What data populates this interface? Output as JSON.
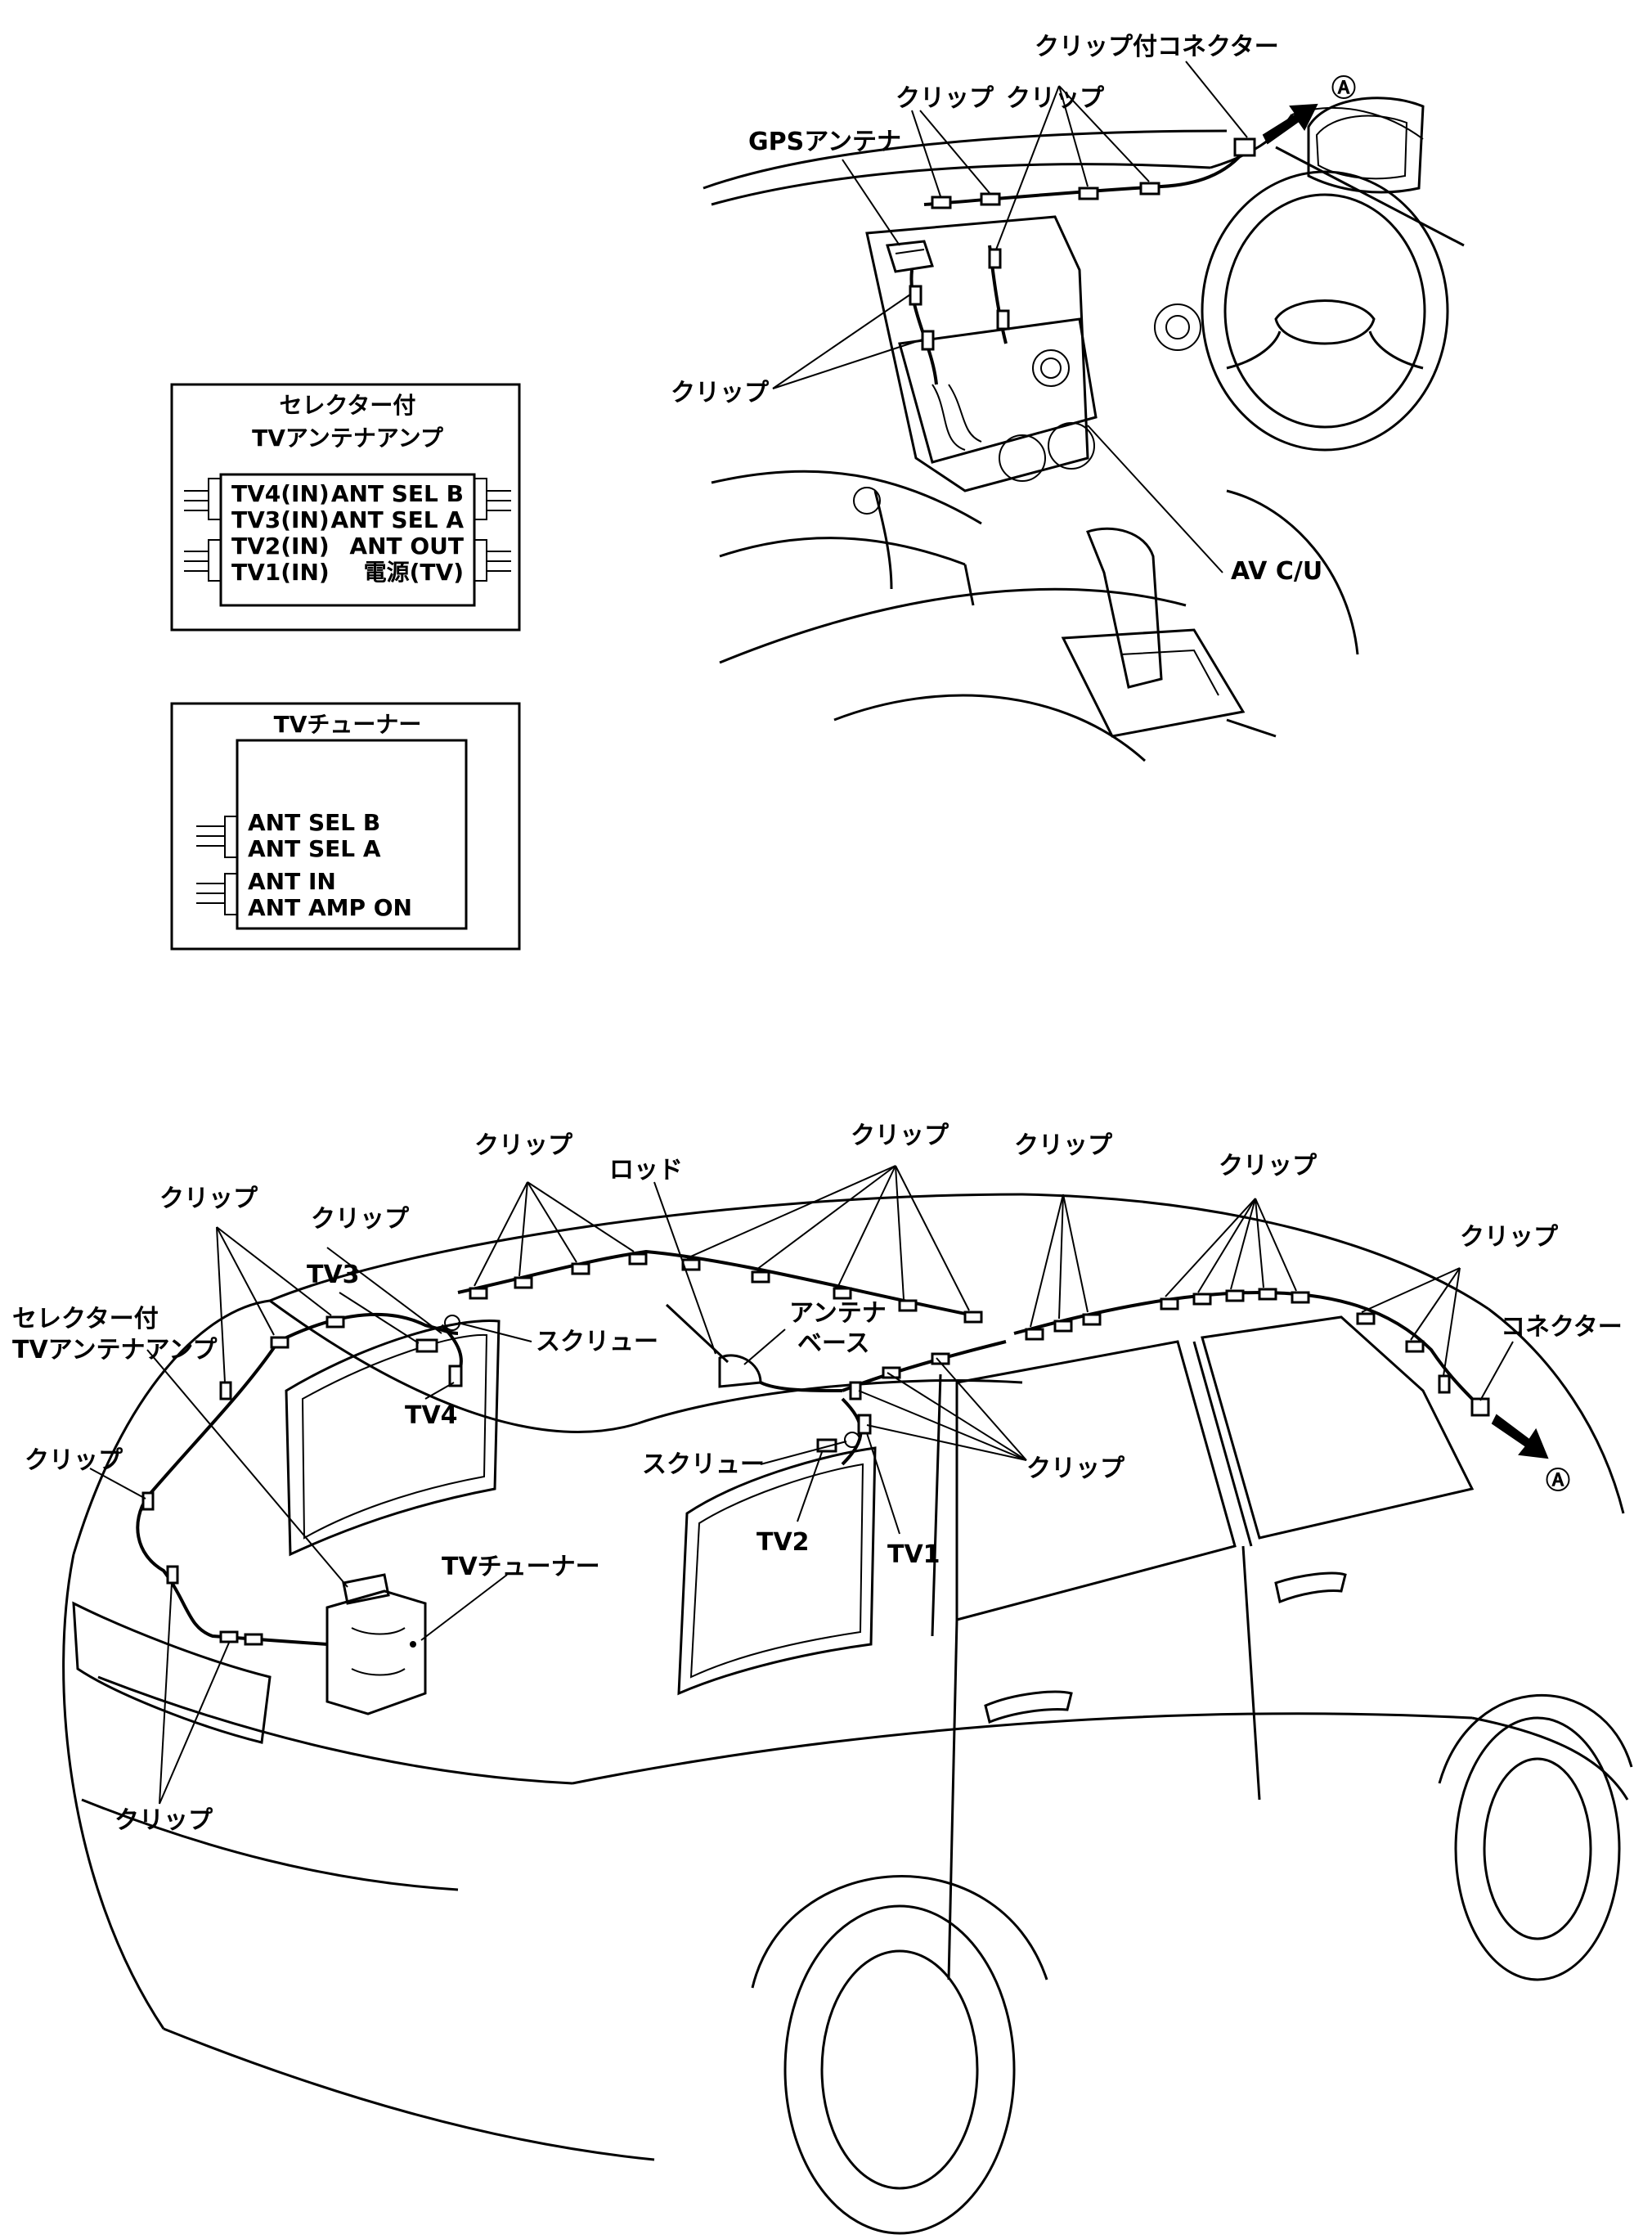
{
  "dash": {
    "clip_connector": "クリップ付コネクター",
    "clip_a": "クリップ",
    "clip_b": "クリップ",
    "gps_antenna": "GPSアンテナ",
    "clip_left": "クリップ",
    "av_cu": "AV C/U",
    "marker_a": "Ⓐ"
  },
  "amp_box": {
    "title_line1": "セレクター付",
    "title_line2": "TVアンテナアンプ",
    "left_ports": [
      "TV4(IN)",
      "TV3(IN)",
      "TV2(IN)",
      "TV1(IN)"
    ],
    "right_ports": [
      "ANT SEL B",
      "ANT SEL A",
      "ANT OUT",
      "電源(TV)"
    ]
  },
  "tuner_box": {
    "title": "TVチューナー",
    "ports": [
      "ANT SEL B",
      "ANT SEL A",
      "ANT IN",
      "ANT AMP ON"
    ]
  },
  "car": {
    "clip_1": "クリップ",
    "clip_2": "クリップ",
    "clip_3": "クリップ",
    "clip_4": "クリップ",
    "clip_5": "クリップ",
    "clip_6": "クリップ",
    "clip_7": "クリップ",
    "clip_8": "クリップ",
    "clip_9": "クリップ",
    "clip_10": "クリップ",
    "rod": "ロッド",
    "antenna_base_1": "アンテナ",
    "antenna_base_2": "ベース",
    "screw_1": "スクリュー",
    "screw_2": "スクリュー",
    "tv1": "TV1",
    "tv2": "TV2",
    "tv3": "TV3",
    "tv4": "TV4",
    "amp_line1": "セレクター付",
    "amp_line2": "TVアンテナアンプ",
    "tuner": "TVチューナー",
    "connector": "コネクター",
    "marker_a": "Ⓐ"
  }
}
